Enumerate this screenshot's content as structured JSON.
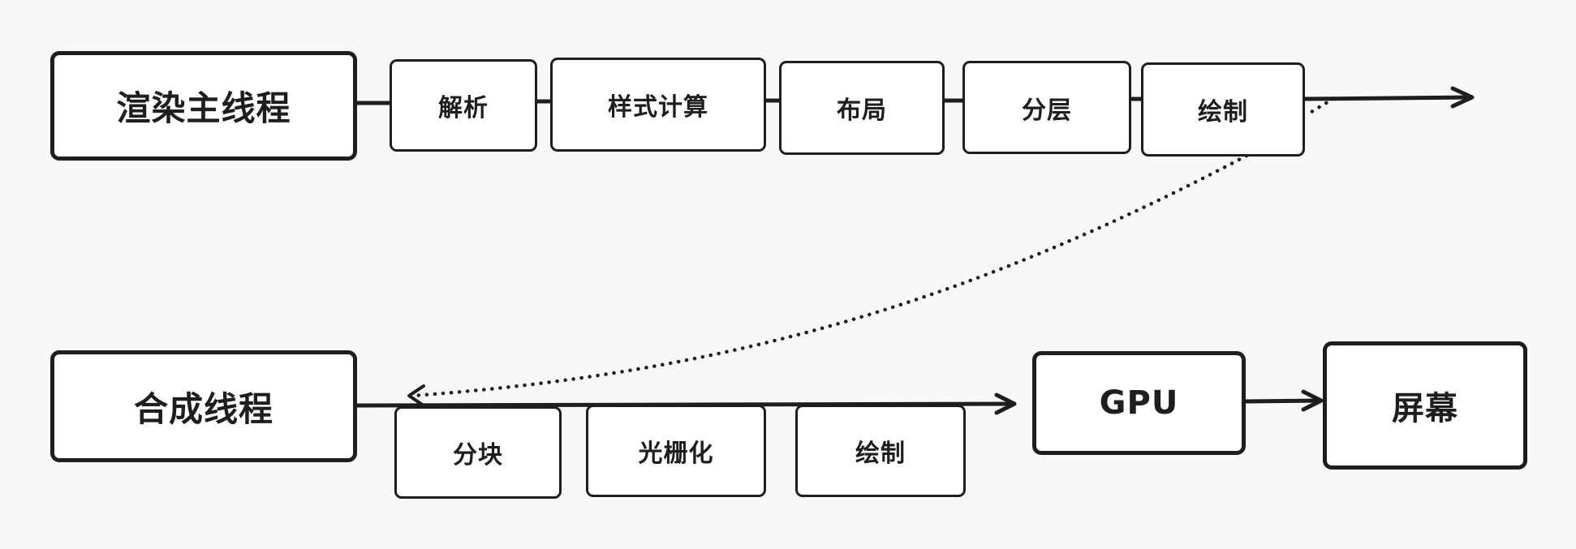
{
  "main_thread": {
    "label": "渲染主线程",
    "stages": [
      "解析",
      "样式计算",
      "布局",
      "分层",
      "绘制"
    ]
  },
  "compositor_thread": {
    "label": "合成线程",
    "stages": [
      "分块",
      "光栅化",
      "绘制"
    ]
  },
  "gpu": {
    "label": "GPU"
  },
  "screen": {
    "label": "屏幕"
  },
  "colors": {
    "stroke": "#1e1e1e",
    "background": "#f8f8fa",
    "box_fill": "#ffffff"
  }
}
